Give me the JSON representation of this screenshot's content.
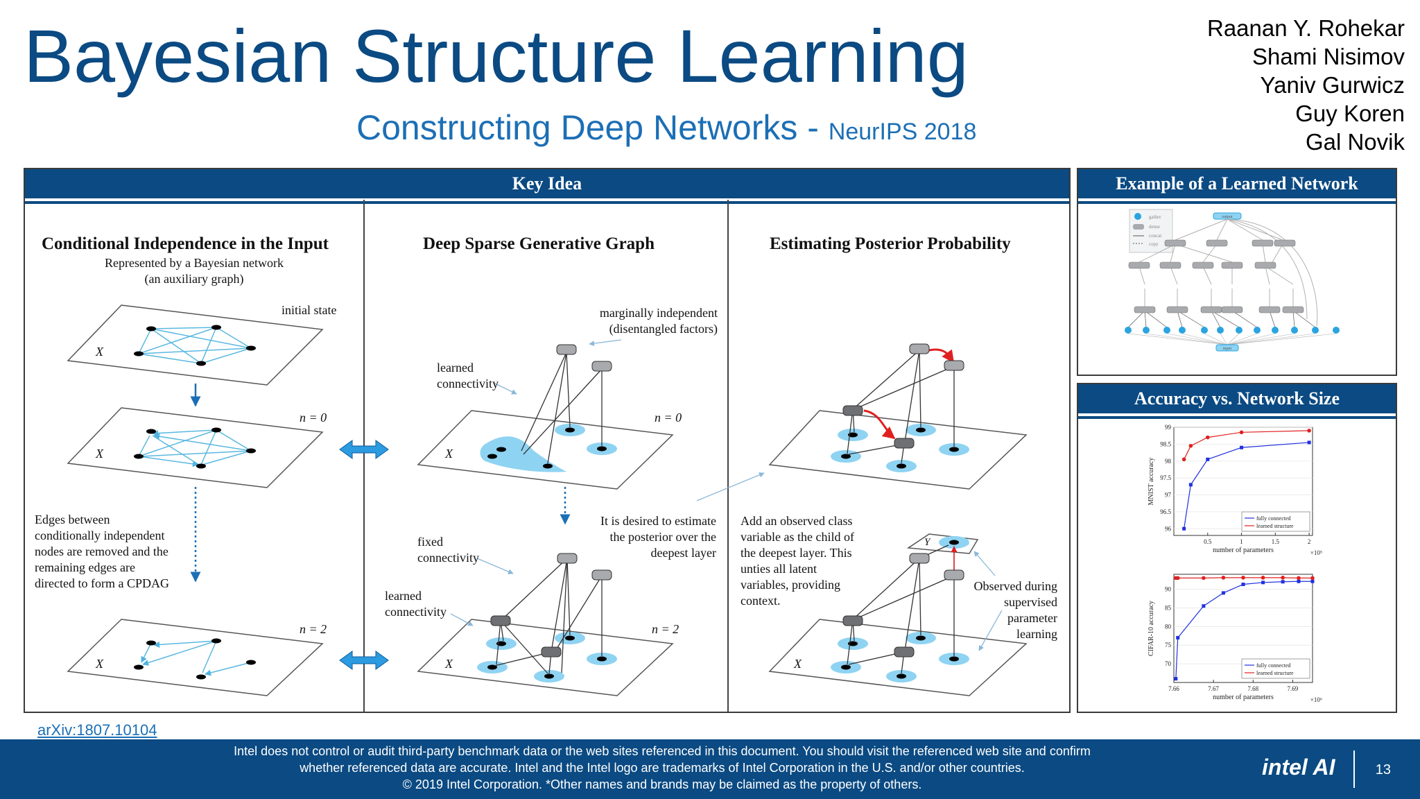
{
  "slide": {
    "title": "Bayesian Structure Learning",
    "subtitle_main": "Constructing Deep Networks - ",
    "subtitle_venue": "NeurIPS 2018",
    "authors": [
      "Raanan Y. Rohekar",
      "Shami Nisimov",
      "Yaniv Gurwicz",
      "Guy Koren",
      "Gal Novik"
    ],
    "arxiv": "arXiv:1807.10104",
    "page_number": "13",
    "logo_text": "intel AI",
    "disclaimer": [
      "Intel does not control or audit third-party benchmark data or the web sites referenced in this document.  You should visit the referenced web site and confirm",
      "whether referenced data are accurate.  Intel and the Intel logo are trademarks of Intel Corporation in the U.S. and/or other countries.",
      "© 2019 Intel Corporation.  *Other names and brands may be claimed as the property of others."
    ]
  },
  "colors": {
    "intel_blue": "#0b4a82",
    "accent_blue": "#1c6fb5",
    "light_blue": "#8fd3f2",
    "edge_blue": "#4fb3df",
    "red": "#e02020"
  },
  "key_idea": {
    "header": "Key Idea",
    "col1": {
      "title": "Conditional Independence in the Input",
      "sub1": "Represented by a Bayesian network",
      "sub2": "(an auxiliary graph)",
      "initial_state": "initial state",
      "plane_label": "X",
      "n0": "n = 0",
      "n2": "n = 2",
      "edges_note": [
        "Edges between",
        "conditionally independent",
        "nodes are removed and the",
        "remaining edges are",
        "directed to form a CPDAG"
      ]
    },
    "col2": {
      "title": "Deep Sparse Generative Graph",
      "marginal_note": [
        "marginally independent",
        "(disentangled factors)"
      ],
      "learned_conn": [
        "learned",
        "connectivity"
      ],
      "fixed_conn": [
        "fixed",
        "connectivity"
      ],
      "learned_conn2": [
        "learned",
        "connectivity"
      ],
      "desired_note": [
        "It is desired to estimate",
        "the posterior over the",
        "deepest layer"
      ],
      "plane_label": "X",
      "n0": "n = 0",
      "n2": "n = 2"
    },
    "col3": {
      "title": "Estimating Posterior Probability",
      "add_note": [
        "Add an observed class",
        "variable as the child of",
        "the deepest layer. This",
        "unties all latent",
        "variables, providing",
        "context."
      ],
      "observed_note": [
        "Observed during",
        "supervised",
        "parameter",
        "learning"
      ],
      "y_label": "Y",
      "plane_label": "X"
    }
  },
  "example": {
    "header": "Example of a Learned Network",
    "legend": [
      "gather",
      "dense",
      "concat",
      "copy"
    ],
    "output_label": "output",
    "input_label": "input"
  },
  "accuracy": {
    "header": "Accuracy vs. Network Size"
  },
  "chart_data": [
    {
      "type": "line",
      "title": "",
      "xlabel": "number of parameters",
      "x_multiplier": "×10⁵",
      "ylabel": "MNIST accuracy",
      "xlim": [
        0,
        2.05
      ],
      "ylim": [
        95.8,
        99
      ],
      "xticks": [
        "0.5",
        "1",
        "1.5",
        "2"
      ],
      "xtick_values": [
        0.5,
        1,
        1.5,
        2
      ],
      "yticks": [
        "96",
        "96.5",
        "97",
        "97.5",
        "98",
        "98.5",
        "99"
      ],
      "ytick_values": [
        96,
        96.5,
        97,
        97.5,
        98,
        98.5,
        99
      ],
      "legend_position": "bottom-right",
      "series": [
        {
          "name": "fully connected",
          "color": "#2030e0",
          "x": [
            0.15,
            0.25,
            0.5,
            1.0,
            2.0
          ],
          "y": [
            96.0,
            97.3,
            98.05,
            98.4,
            98.55
          ]
        },
        {
          "name": "learned structure",
          "color": "#e02020",
          "x": [
            0.15,
            0.25,
            0.5,
            1.0,
            2.0
          ],
          "y": [
            98.05,
            98.45,
            98.7,
            98.85,
            98.9
          ]
        }
      ]
    },
    {
      "type": "line",
      "title": "",
      "xlabel": "number of parameters",
      "x_multiplier": "×10⁶",
      "ylabel": "CIFAR-10 accuracy",
      "xlim": [
        7.66,
        7.695
      ],
      "ylim": [
        65,
        94
      ],
      "xticks": [
        "7.66",
        "7.67",
        "7.68",
        "7.69"
      ],
      "xtick_values": [
        7.66,
        7.67,
        7.68,
        7.69
      ],
      "yticks": [
        "70",
        "75",
        "80",
        "85",
        "90"
      ],
      "ytick_values": [
        70,
        75,
        80,
        85,
        90
      ],
      "legend_position": "bottom-right",
      "series": [
        {
          "name": "fully connected",
          "color": "#2030e0",
          "x": [
            7.6605,
            7.661,
            7.6675,
            7.6725,
            7.6775,
            7.6825,
            7.6875,
            7.6915,
            7.695
          ],
          "y": [
            66,
            77,
            85.5,
            89,
            91.3,
            91.8,
            92,
            92.1,
            92.1
          ]
        },
        {
          "name": "learned structure",
          "color": "#e02020",
          "x": [
            7.6605,
            7.661,
            7.6675,
            7.6725,
            7.6775,
            7.6825,
            7.6875,
            7.6915,
            7.695
          ],
          "y": [
            93,
            93,
            93,
            93.1,
            93.1,
            93.1,
            93.1,
            93,
            93
          ]
        }
      ]
    }
  ]
}
